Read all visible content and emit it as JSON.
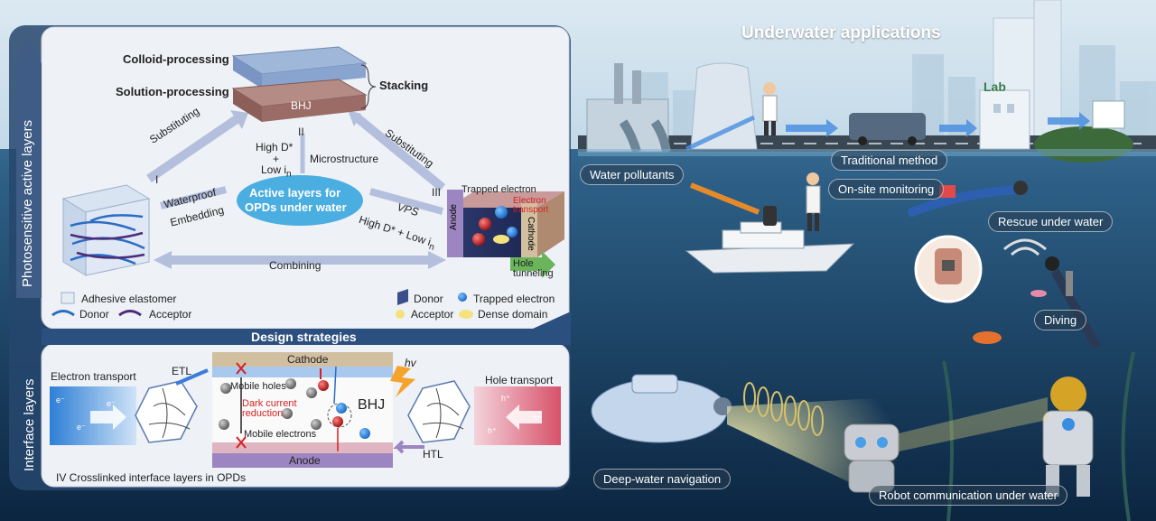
{
  "left_panel": {
    "sidebar_top": "Photosensitive active layers",
    "sidebar_bottom": "Interface layers",
    "design_strategies": "Design strategies",
    "colloid_processing": "Colloid-processing",
    "solution_processing": "Solution-processing",
    "stacking": "Stacking",
    "bhj": "BHJ",
    "roman_ii": "II",
    "roman_i": "I",
    "roman_iii": "III",
    "substituting_left": "Substituting",
    "substituting_right": "Substituting",
    "high_d": "High D*",
    "plus": "+",
    "low_in": "Low i",
    "low_in_sub": "n",
    "microstructure": "Microstructure",
    "waterproof": "Waterproof",
    "embedding": "Embedding",
    "center_title_1": "Active layers for",
    "center_title_2": "OPDs under water",
    "vps": "VPS",
    "high_d_low": "High D* + Low i",
    "high_d_low_sub": "n",
    "trapped_electron": "Trapped electron",
    "electron_transport": "Electron transport",
    "anode_v": "Anode",
    "cathode_v": "Cathode",
    "hole_tunneling": "Hole tunneling",
    "combining": "Combining",
    "legend": {
      "adhesive": "Adhesive elastomer",
      "donor": "Donor",
      "acceptor": "Acceptor",
      "donor2": "Donor",
      "acceptor2": "Acceptor",
      "trapped": "Trapped electron",
      "dense": "Dense domain"
    },
    "interface": {
      "electron_transport": "Electron transport",
      "etl": "ETL",
      "cathode": "Cathode",
      "anode": "Anode",
      "hv": "hv",
      "mobile_holes": "Mobile holes",
      "dark_current": "Dark current reduction",
      "mobile_electrons": "Mobile electrons",
      "bhj": "BHJ",
      "hole_transport": "Hole transport",
      "htl": "HTL",
      "caption": "IV  Crosslinked interface layers in OPDs",
      "e_symbol": "e⁻",
      "h_symbol": "h⁺"
    }
  },
  "right_panel": {
    "title": "Underwater applications",
    "lab": "Lab",
    "water_pollutants": "Water pollutants",
    "traditional_method": "Traditional method",
    "on_site_monitoring": "On-site monitoring",
    "rescue_under_water": "Rescue under water",
    "diving": "Diving",
    "deep_water_navigation": "Deep-water navigation",
    "robot_communication": "Robot communication under water"
  },
  "colors": {
    "panel_bg": "#eef1f6",
    "arrow": "#b4bfdd",
    "center_oval": "#4aaee0",
    "sea_top": "#4d84ab",
    "sea_deep": "#0d2a45",
    "cathode": "#d2bfa0",
    "anode": "#9c85c0"
  }
}
